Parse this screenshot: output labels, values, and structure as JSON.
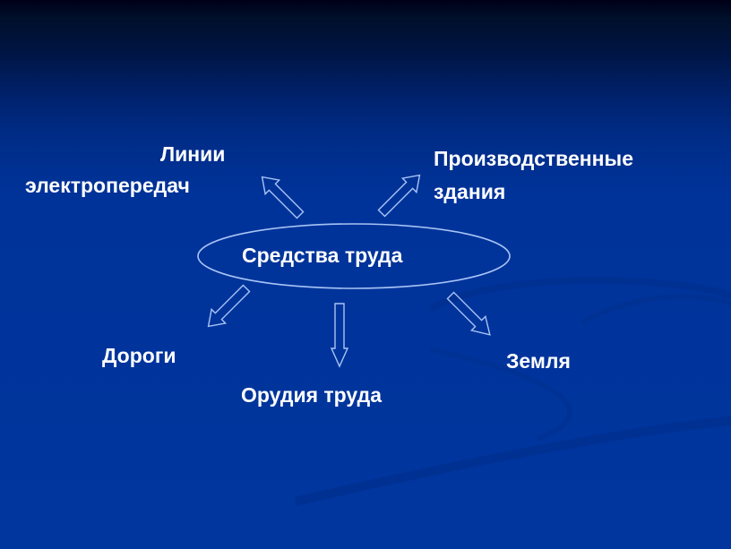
{
  "diagram": {
    "center": {
      "label": "Средства труда"
    },
    "nodes": [
      {
        "id": "power-lines",
        "line1": "Линии",
        "line2": "электропередач"
      },
      {
        "id": "industrial-buildings",
        "line1": "Производственные",
        "line2": "здания"
      },
      {
        "id": "roads",
        "label": "Дороги"
      },
      {
        "id": "tools",
        "label": "Орудия труда"
      },
      {
        "id": "land",
        "label": "Земля"
      }
    ]
  },
  "colors": {
    "text": "#ffffff",
    "outline": "#a9c4f5",
    "background_top": "#000018",
    "background_bottom": "#00369e"
  }
}
